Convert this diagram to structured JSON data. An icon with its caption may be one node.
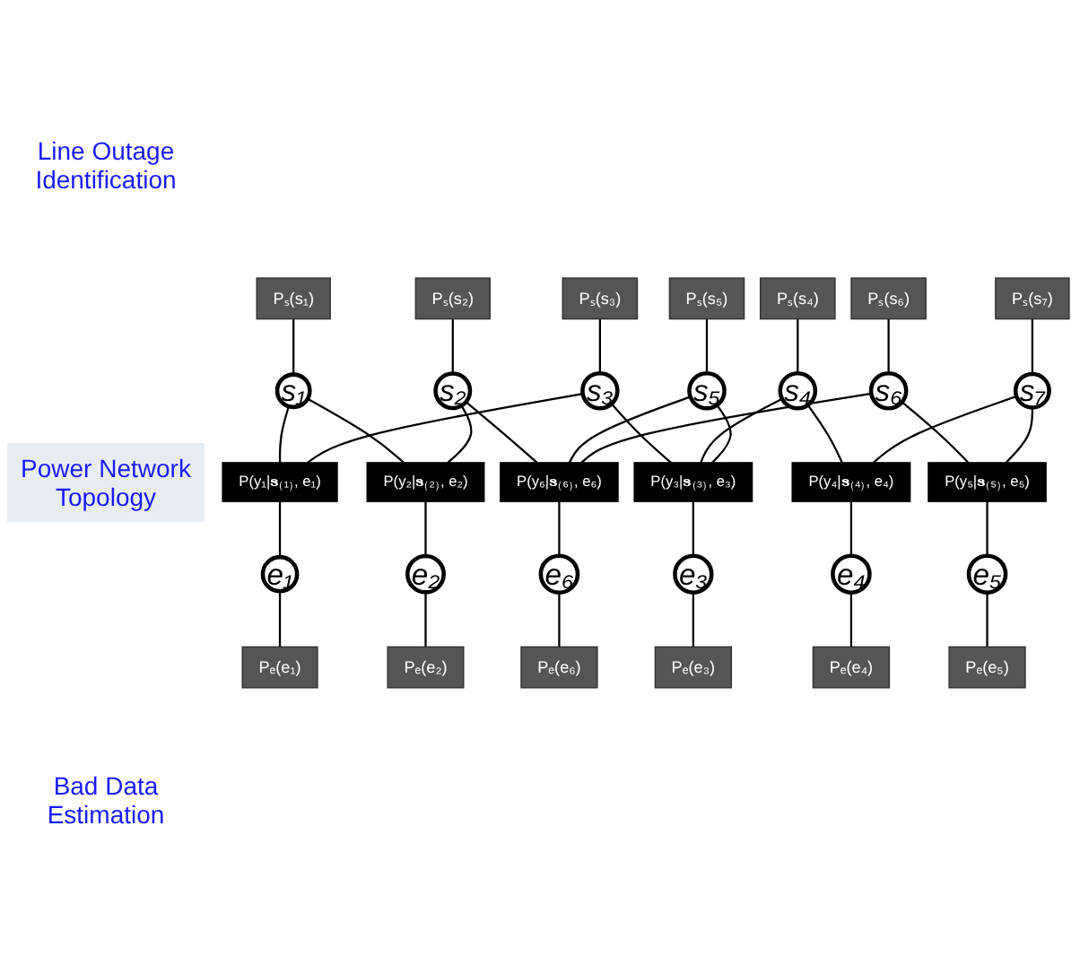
{
  "diagram": {
    "nodes": [
      {
        "text": [
          "Pₛ(s₁)"
        ]
      },
      {
        "text": [
          "Pₛ(s₂)"
        ]
      },
      {
        "text": [
          "Pₛ(s₃)"
        ]
      },
      {
        "text": [
          "Pₛ(s₄)"
        ]
      },
      {
        "text": [
          "Pₛ(s₅)"
        ]
      },
      {
        "text": [
          "Pₛ(s₆)"
        ]
      },
      {
        "text": [
          "Pₛ(s₇)"
        ]
      },
      {
        "text": [
          "s₁"
        ]
      },
      {
        "text": [
          "s₂"
        ]
      },
      {
        "text": [
          "s₃"
        ]
      },
      {
        "text": [
          "s₄"
        ]
      },
      {
        "text": [
          "s₅"
        ]
      },
      {
        "text": [
          "s₆"
        ]
      },
      {
        "text": [
          "s₇"
        ]
      },
      {
        "text": [
          "P(y₁|𝐬₍₁₎, e₁)"
        ]
      },
      {
        "text": [
          "P(y₂|𝐬₍₂₎, e₂)"
        ]
      },
      {
        "text": [
          "P(y₃|𝐬₍₃₎, e₃)"
        ]
      },
      {
        "text": [
          "P(y₄|𝐬₍₄₎, e₄)"
        ]
      },
      {
        "text": [
          "P(y₅|𝐬₍₅₎, e₅)"
        ]
      },
      {
        "text": [
          "P(y₆|𝐬₍₆₎, e₆)"
        ]
      },
      {
        "text": [
          "e₁"
        ]
      },
      {
        "text": [
          "e₂"
        ]
      },
      {
        "text": [
          "e₃"
        ]
      },
      {
        "text": [
          "e₄"
        ]
      },
      {
        "text": [
          "e₅"
        ]
      },
      {
        "text": [
          "e₆"
        ]
      },
      {
        "text": [
          "Pₑ(e₁)"
        ]
      },
      {
        "text": [
          "Pₑ(e₂)"
        ]
      },
      {
        "text": [
          "Pₑ(e₃)"
        ]
      },
      {
        "text": [
          "Pₑ(e₄)"
        ]
      },
      {
        "text": [
          "Pₑ(e₅)"
        ]
      },
      {
        "text": [
          "Pₑ(e₆)"
        ]
      }
    ],
    "edges": [
      {
        "from": 0,
        "to": 7,
        "arrow": "none"
      },
      {
        "from": 1,
        "to": 8,
        "arrow": "none"
      },
      {
        "from": 2,
        "to": 9,
        "arrow": "none"
      },
      {
        "from": 3,
        "to": 10,
        "arrow": "none"
      },
      {
        "from": 4,
        "to": 11,
        "arrow": "none"
      },
      {
        "from": 5,
        "to": 12,
        "arrow": "none"
      },
      {
        "from": 6,
        "to": 13,
        "arrow": "none"
      },
      {
        "from": 7,
        "to": 14,
        "arrow": "none"
      },
      {
        "from": 7,
        "to": 15,
        "arrow": "none"
      },
      {
        "from": 8,
        "to": 15,
        "arrow": "none"
      },
      {
        "from": 8,
        "to": 19,
        "arrow": "none"
      },
      {
        "from": 9,
        "to": 14,
        "arrow": "none"
      },
      {
        "from": 9,
        "to": 16,
        "arrow": "none"
      },
      {
        "from": 10,
        "to": 16,
        "arrow": "none"
      },
      {
        "from": 10,
        "to": 17,
        "arrow": "none"
      },
      {
        "from": 11,
        "to": 16,
        "arrow": "none"
      },
      {
        "from": 11,
        "to": 19,
        "arrow": "none"
      },
      {
        "from": 12,
        "to": 18,
        "arrow": "none"
      },
      {
        "from": 12,
        "to": 19,
        "arrow": "none"
      },
      {
        "from": 13,
        "to": 17,
        "arrow": "none"
      },
      {
        "from": 13,
        "to": 18,
        "arrow": "none"
      },
      {
        "from": 14,
        "to": 20,
        "arrow": "none"
      },
      {
        "from": 15,
        "to": 21,
        "arrow": "none"
      },
      {
        "from": 16,
        "to": 22,
        "arrow": "none"
      },
      {
        "from": 17,
        "to": 23,
        "arrow": "none"
      },
      {
        "from": 18,
        "to": 24,
        "arrow": "none"
      },
      {
        "from": 19,
        "to": 25,
        "arrow": "none"
      },
      {
        "from": 20,
        "to": 26,
        "arrow": "none"
      },
      {
        "from": 21,
        "to": 27,
        "arrow": "none"
      },
      {
        "from": 22,
        "to": 28,
        "arrow": "none"
      },
      {
        "from": 23,
        "to": 29,
        "arrow": "none"
      },
      {
        "from": 24,
        "to": 30,
        "arrow": "none"
      },
      {
        "from": 25,
        "to": 31,
        "arrow": "none"
      }
    ],
    "labels": [
      "Line Outage Identification",
      "Power Network Topology",
      "Bad Data Estimation"
    ]
  }
}
